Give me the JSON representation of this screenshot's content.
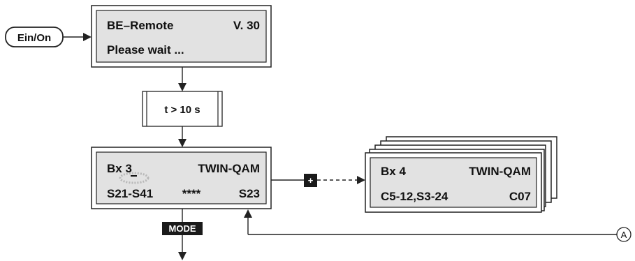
{
  "power_button": {
    "label": "Ein/On"
  },
  "startup_display": {
    "line1_left": "BE–Remote",
    "line1_right": "V. 30",
    "line2": "Please wait ..."
  },
  "delay_box": {
    "label": "t > 10 s"
  },
  "main_display": {
    "line1_left": "Bx 3",
    "line1_right": "TWIN-QAM",
    "line2_left": "S21-S41",
    "line2_mid": "****",
    "line2_right": "S23"
  },
  "plus_key": {
    "label": "+"
  },
  "next_display": {
    "line1_left": "Bx 4",
    "line1_right": "TWIN-QAM",
    "line2_left": "C5-12,S3-24",
    "line2_right": "C07"
  },
  "mode_key": {
    "label": "MODE"
  },
  "callout": {
    "label": "A"
  },
  "colors": {
    "lcd_bg": "#e2e2e2",
    "frame": "#222222",
    "key_bg": "#1a1a1a"
  }
}
